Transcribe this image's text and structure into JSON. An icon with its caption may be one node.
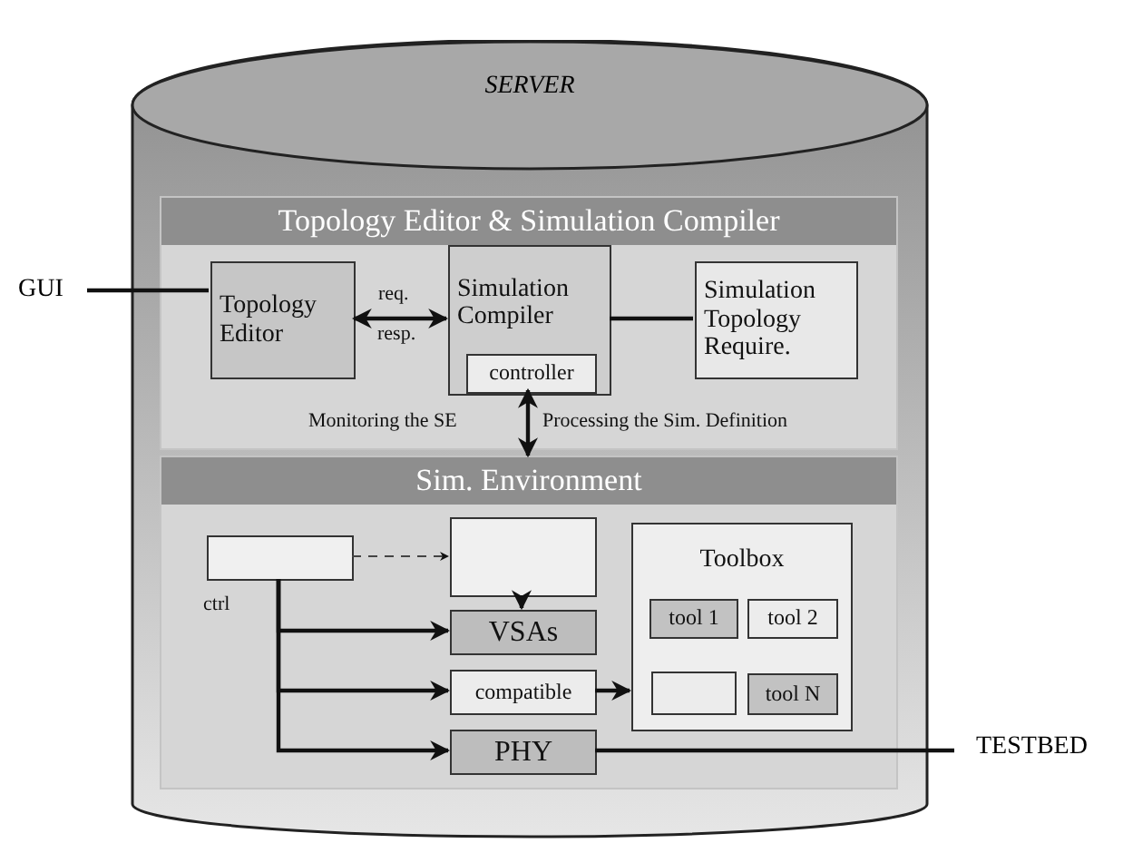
{
  "diagram": {
    "nodes": [
      {
        "text": [
          "SERVER"
        ]
      },
      {
        "text": [
          "Topology Editor & Simulation Compiler"
        ],
        "in": 0
      },
      {
        "text": [
          "Topology Editor"
        ],
        "in": 1
      },
      {
        "text": [
          "Simulation Compiler"
        ],
        "in": 1
      },
      {
        "text": [
          "controller"
        ],
        "in": 3
      },
      {
        "text": [
          "Simulation Topology Require."
        ],
        "in": 1
      },
      {
        "text": [
          "Sim. Environment"
        ],
        "in": 0
      },
      {
        "text": [],
        "shape": "box",
        "in": 6,
        "beside": [
          "ctrl"
        ]
      },
      {
        "text": [],
        "shape": "box",
        "in": 6
      },
      {
        "text": [
          "VSAs"
        ],
        "in": 6
      },
      {
        "text": [
          "compatible"
        ],
        "in": 6
      },
      {
        "text": [
          "PHY"
        ],
        "in": 6
      },
      {
        "text": [
          "Toolbox"
        ],
        "in": 6
      },
      {
        "text": [
          "tool 1"
        ],
        "in": 12
      },
      {
        "text": [
          "tool 2"
        ],
        "in": 12
      },
      {
        "text": [],
        "shape": "box",
        "in": 12
      },
      {
        "text": [
          "tool N"
        ],
        "in": 12
      },
      {
        "text": [
          "GUI"
        ]
      },
      {
        "text": [
          "TESTBED"
        ]
      }
    ],
    "edges": [
      {
        "from": 17,
        "to": 2,
        "arrow": "none"
      },
      {
        "from": 2,
        "to": 3,
        "arrow": "both",
        "label": "req."
      },
      {
        "from": 3,
        "to": 5,
        "arrow": "none"
      },
      {
        "from": 4,
        "to": 6,
        "arrow": "both"
      },
      {
        "from": 7,
        "to": 8,
        "arrow": "to",
        "style": "dashed"
      },
      {
        "from": 8,
        "to": 9,
        "arrow": "to"
      },
      {
        "from": 7,
        "to": 9,
        "arrow": "to"
      },
      {
        "from": 7,
        "to": 10,
        "arrow": "to"
      },
      {
        "from": 7,
        "to": 11,
        "arrow": "to"
      },
      {
        "from": 10,
        "to": 12,
        "arrow": "to"
      },
      {
        "from": 11,
        "to": 18,
        "arrow": "none"
      }
    ],
    "labels": [
      "resp.",
      "Monitoring the SE",
      "Processing the Sim. Definition"
    ]
  }
}
